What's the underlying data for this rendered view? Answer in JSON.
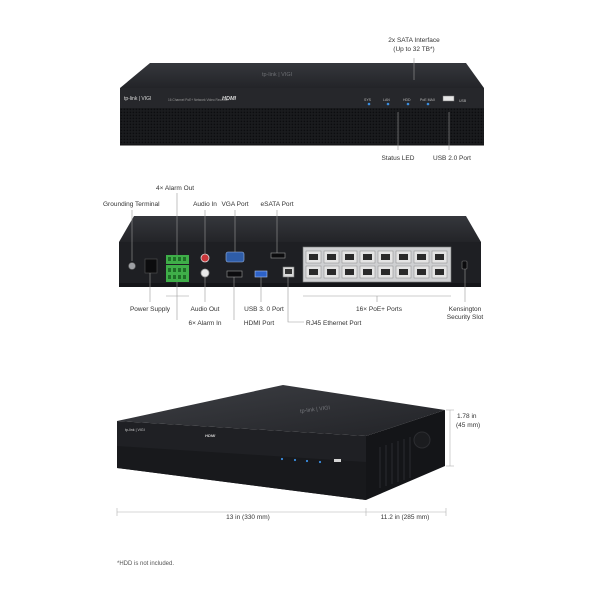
{
  "front_view": {
    "sata_label_line1": "2x SATA Interface",
    "sata_label_line2": "(Up to 32 TB*)",
    "status_led": "Status LED",
    "usb2": "USB 2.0 Port",
    "brand": "tp-link | VIGI",
    "model_text": "16 Channel PoE+ Network Video Recorder",
    "hdmi_logo": "HDMI",
    "led_labels": [
      "SYS",
      "LAN",
      "HDD",
      "PoE MAX"
    ],
    "usb_text": "USB"
  },
  "rear_view": {
    "grounding": "Grounding Terminal",
    "alarm_out": "4× Alarm Out",
    "audio_in": "Audio In",
    "vga": "VGA Port",
    "esata": "eSATA Port",
    "power": "Power Supply",
    "audio_out": "Audio Out",
    "alarm_in": "6× Alarm In",
    "usb3": "USB 3. 0 Port",
    "hdmi": "HDMI Port",
    "rj45": "RJ45 Ethernet Port",
    "poe": "16× PoE+ Ports",
    "kensington_line1": "Kensington",
    "kensington_line2": "Security Slot"
  },
  "dimensions": {
    "height_line1": "1.78 in",
    "height_line2": "(45 mm)",
    "width": "13 in (330 mm)",
    "depth": "11.2 in (285 mm)"
  },
  "footnote": "*HDD is not included.",
  "colors": {
    "chassis_top": "#2b2d31",
    "chassis_front": "#1c1d20",
    "led_blue": "#3a8dde",
    "terminal_green": "#3fae49"
  }
}
